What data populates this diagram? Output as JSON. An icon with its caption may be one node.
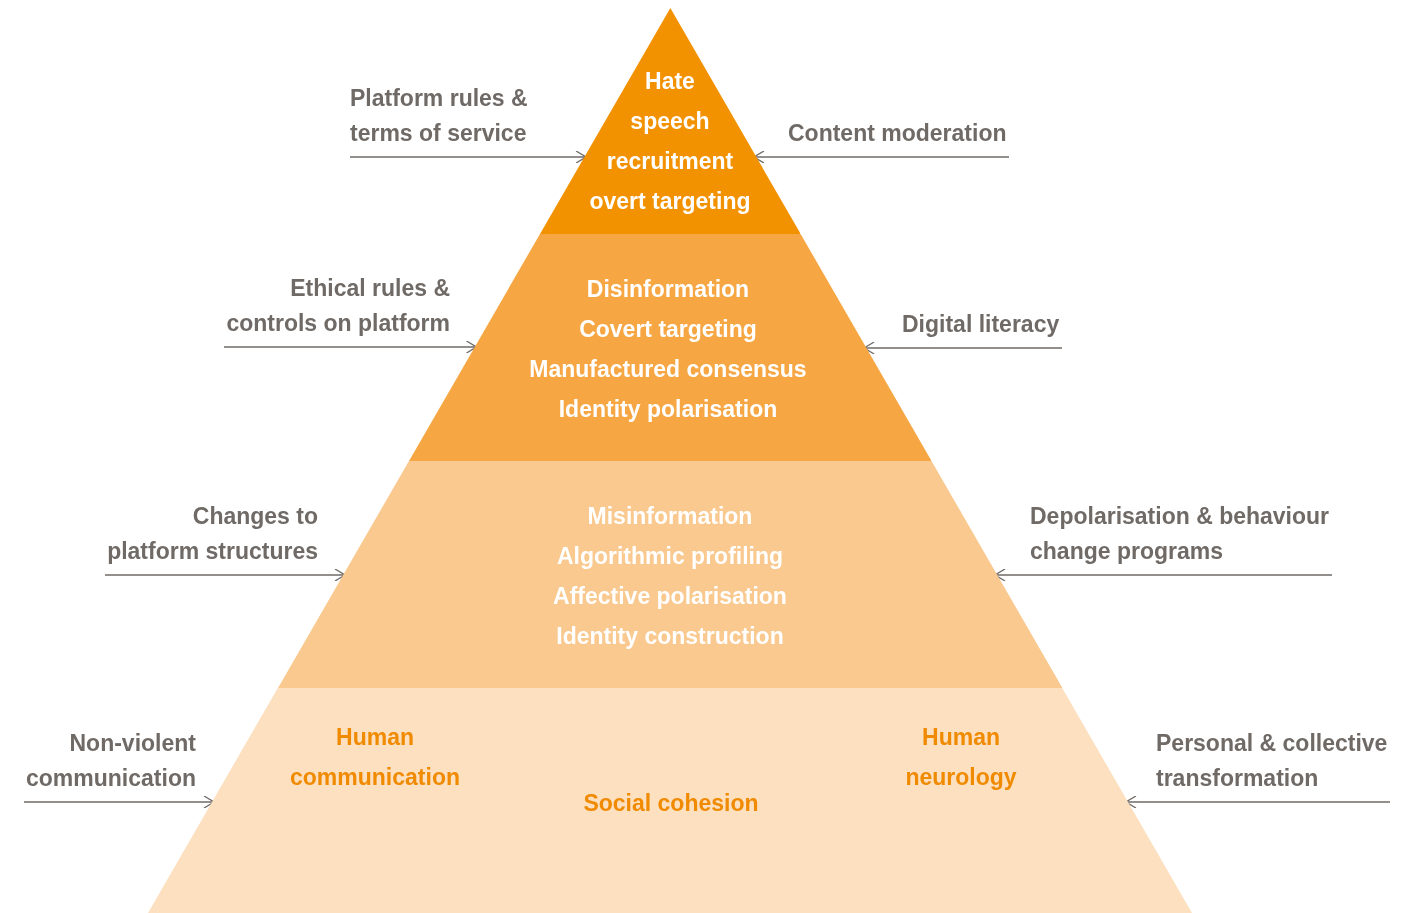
{
  "diagram": {
    "nodes": [
      {
        "text": [
          "Hate speech",
          "recruitment",
          "overt targeting"
        ]
      },
      {
        "text": [
          "Disinformation",
          "Covert targeting",
          "Manufactured consensus",
          "Identity polarisation"
        ]
      },
      {
        "text": [
          "Misinformation",
          "Algorithmic profiling",
          "Affective polarisation",
          "Identity construction"
        ]
      },
      {
        "text": [
          "Human communication",
          "Human neurology",
          "Social cohesion"
        ]
      },
      {
        "text": [
          "Platform rules & terms of service"
        ]
      },
      {
        "text": [
          "Content moderation"
        ]
      },
      {
        "text": [
          "Ethical rules & controls on platform"
        ]
      },
      {
        "text": [
          "Digital literacy"
        ]
      },
      {
        "text": [
          "Changes to platform structures"
        ]
      },
      {
        "text": [
          "Depolarisation & behaviour change programs"
        ]
      },
      {
        "text": [
          "Non-violent communication"
        ]
      },
      {
        "text": [
          "Personal & collective transformation"
        ]
      }
    ],
    "edges": [
      {
        "from": 4,
        "to": 0,
        "arrow": "to"
      },
      {
        "from": 5,
        "to": 0,
        "arrow": "to"
      },
      {
        "from": 6,
        "to": 1,
        "arrow": "to"
      },
      {
        "from": 7,
        "to": 1,
        "arrow": "to"
      },
      {
        "from": 8,
        "to": 2,
        "arrow": "to"
      },
      {
        "from": 9,
        "to": 2,
        "arrow": "to"
      },
      {
        "from": 10,
        "to": 3,
        "arrow": "to"
      },
      {
        "from": 11,
        "to": 3,
        "arrow": "to"
      }
    ]
  }
}
